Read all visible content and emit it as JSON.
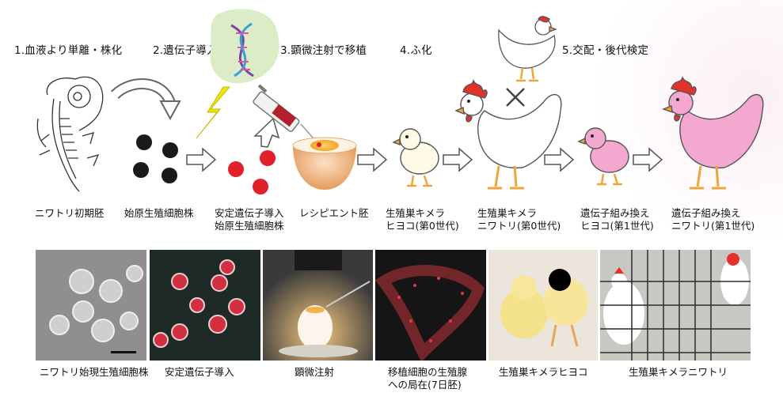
{
  "steps": [
    {
      "label": "1.血液より単離・株化"
    },
    {
      "label": "2.遺伝子導入"
    },
    {
      "label": "3.顕微注射で移植"
    },
    {
      "label": "4.ふ化"
    },
    {
      "label": "5.交配・後代検定"
    }
  ],
  "labels": [
    {
      "line1": "ニワトリ初期胚",
      "line2": ""
    },
    {
      "line1": "始原生殖細胞株",
      "line2": ""
    },
    {
      "line1": "安定遺伝子導入",
      "line2": "始原生殖細胞株"
    },
    {
      "line1": "レシピエント胚",
      "line2": ""
    },
    {
      "line1": "生殖巣キメラ",
      "line2": "ヒヨコ(第0世代)"
    },
    {
      "line1": "生殖巣キメラ",
      "line2": "ニワトリ(第0世代)"
    },
    {
      "line1": "遺伝子組み換え",
      "line2": "ヒヨコ(第1世代)"
    },
    {
      "line1": "遺伝子組み換え",
      "line2": "ニワトリ(第1世代)"
    }
  ],
  "captions": [
    {
      "line1": "ニワトリ始現生殖細胞株",
      "line2": ""
    },
    {
      "line1": "安定遺伝子導入",
      "line2": ""
    },
    {
      "line1": "顕微注射",
      "line2": ""
    },
    {
      "line1": "移植細胞の生殖腺",
      "line2": "への局在(7日胚)"
    },
    {
      "line1": "生殖巣キメラヒヨコ",
      "line2": ""
    },
    {
      "line1": "生殖巣キメラニワトリ",
      "line2": ""
    }
  ],
  "colors": {
    "red_cell": "#e0202a",
    "black_cell": "#1a1a1a",
    "pink_chicken": "#f4a7cf",
    "comb": "#e4322b",
    "lightning": "#f2e600",
    "dna_bg": "#dcecc6",
    "arrow_stroke": "#555555",
    "egg": "#f0b987"
  },
  "icons": [
    "embryo-icon",
    "dna-icon",
    "lightning-icon",
    "syringe-icon",
    "egg-icon",
    "chick-icon",
    "rooster-icon",
    "hen-icon",
    "cross-icon",
    "arrow-right-icon"
  ]
}
